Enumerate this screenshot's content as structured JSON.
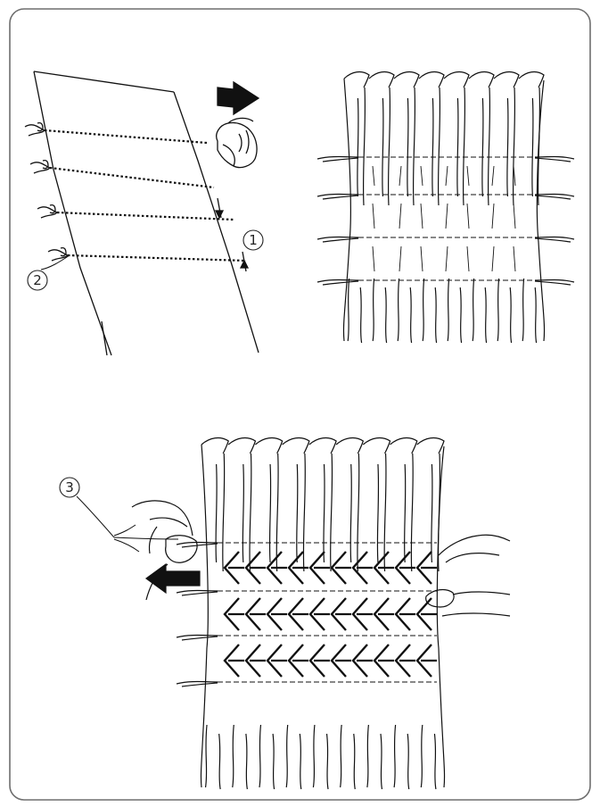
{
  "frame": {
    "border_color": "#6e6e6e",
    "background": "#ffffff"
  },
  "ink_color": "#111111",
  "callouts": [
    {
      "label": "1"
    },
    {
      "label": "2"
    },
    {
      "label": "3"
    }
  ],
  "icons": {
    "arrow_right": "pull-arrow-right-icon",
    "arrow_left": "pull-arrow-left-icon"
  }
}
